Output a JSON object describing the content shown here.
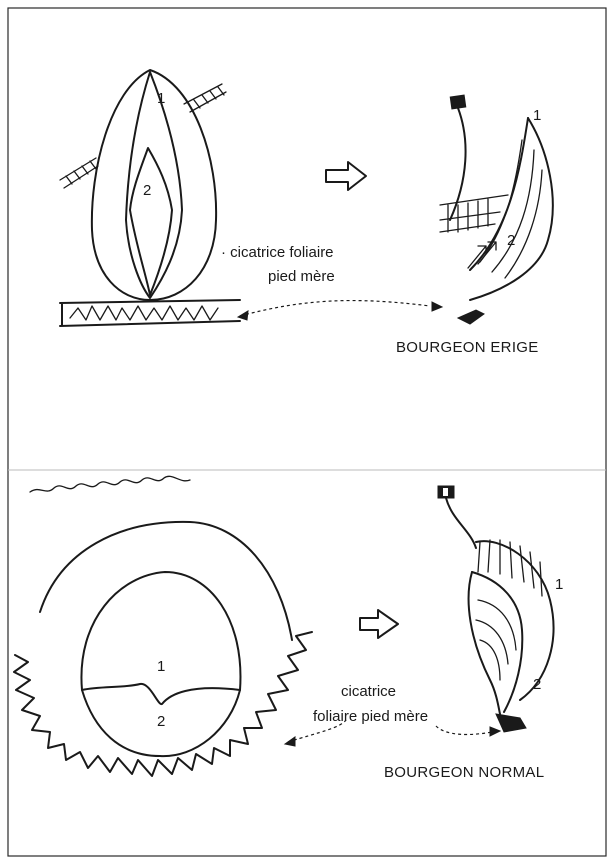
{
  "top": {
    "number_1": "1",
    "number_2": "2",
    "right_number_1": "1",
    "right_number_2": "2",
    "label_line1": "· cicatrice foliaire",
    "label_line2": "pied mère",
    "caption": "BOURGEON ERIGE"
  },
  "bottom": {
    "number_1": "1",
    "number_2": "2",
    "right_number_1": "1",
    "right_number_2": "2",
    "label_line1": "cicatrice",
    "label_line2": "foliaire pied mère",
    "caption": "BOURGEON NORMAL"
  }
}
